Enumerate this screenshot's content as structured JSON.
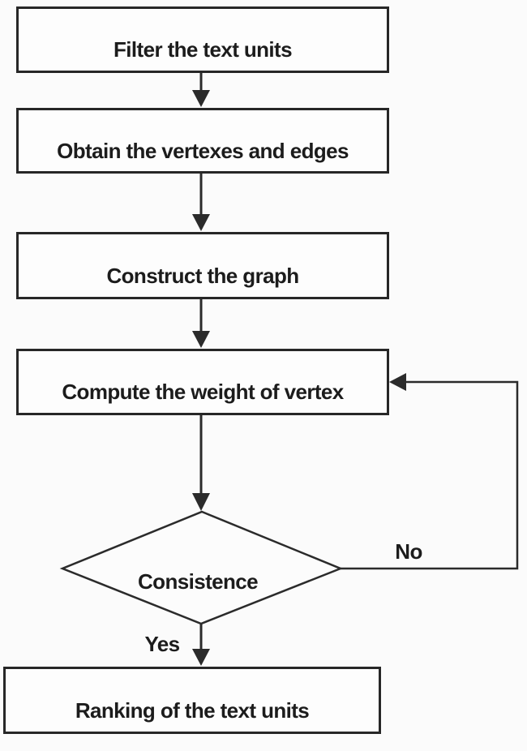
{
  "diagram": {
    "type": "flowchart",
    "direction": "top-down",
    "nodes": [
      {
        "id": "filter",
        "shape": "process",
        "label": "Filter the text units"
      },
      {
        "id": "obtain",
        "shape": "process",
        "label": "Obtain the vertexes and edges"
      },
      {
        "id": "construct",
        "shape": "process",
        "label": "Construct the graph"
      },
      {
        "id": "compute",
        "shape": "process",
        "label": "Compute the weight of vertex"
      },
      {
        "id": "consistence",
        "shape": "decision",
        "label": "Consistence"
      },
      {
        "id": "ranking",
        "shape": "process",
        "label": "Ranking of the text units"
      }
    ],
    "edges": [
      {
        "from": "filter",
        "to": "obtain",
        "label": ""
      },
      {
        "from": "obtain",
        "to": "construct",
        "label": ""
      },
      {
        "from": "construct",
        "to": "compute",
        "label": ""
      },
      {
        "from": "compute",
        "to": "consistence",
        "label": ""
      },
      {
        "from": "consistence",
        "to": "ranking",
        "label": "Yes"
      },
      {
        "from": "consistence",
        "to": "compute",
        "label": "No"
      }
    ],
    "colors": {
      "line": "#2b2b2b",
      "node_fill": "#fdfdfd",
      "node_border": "#272727",
      "text": "#1c1c1c",
      "background": "#fbfbfb"
    }
  }
}
